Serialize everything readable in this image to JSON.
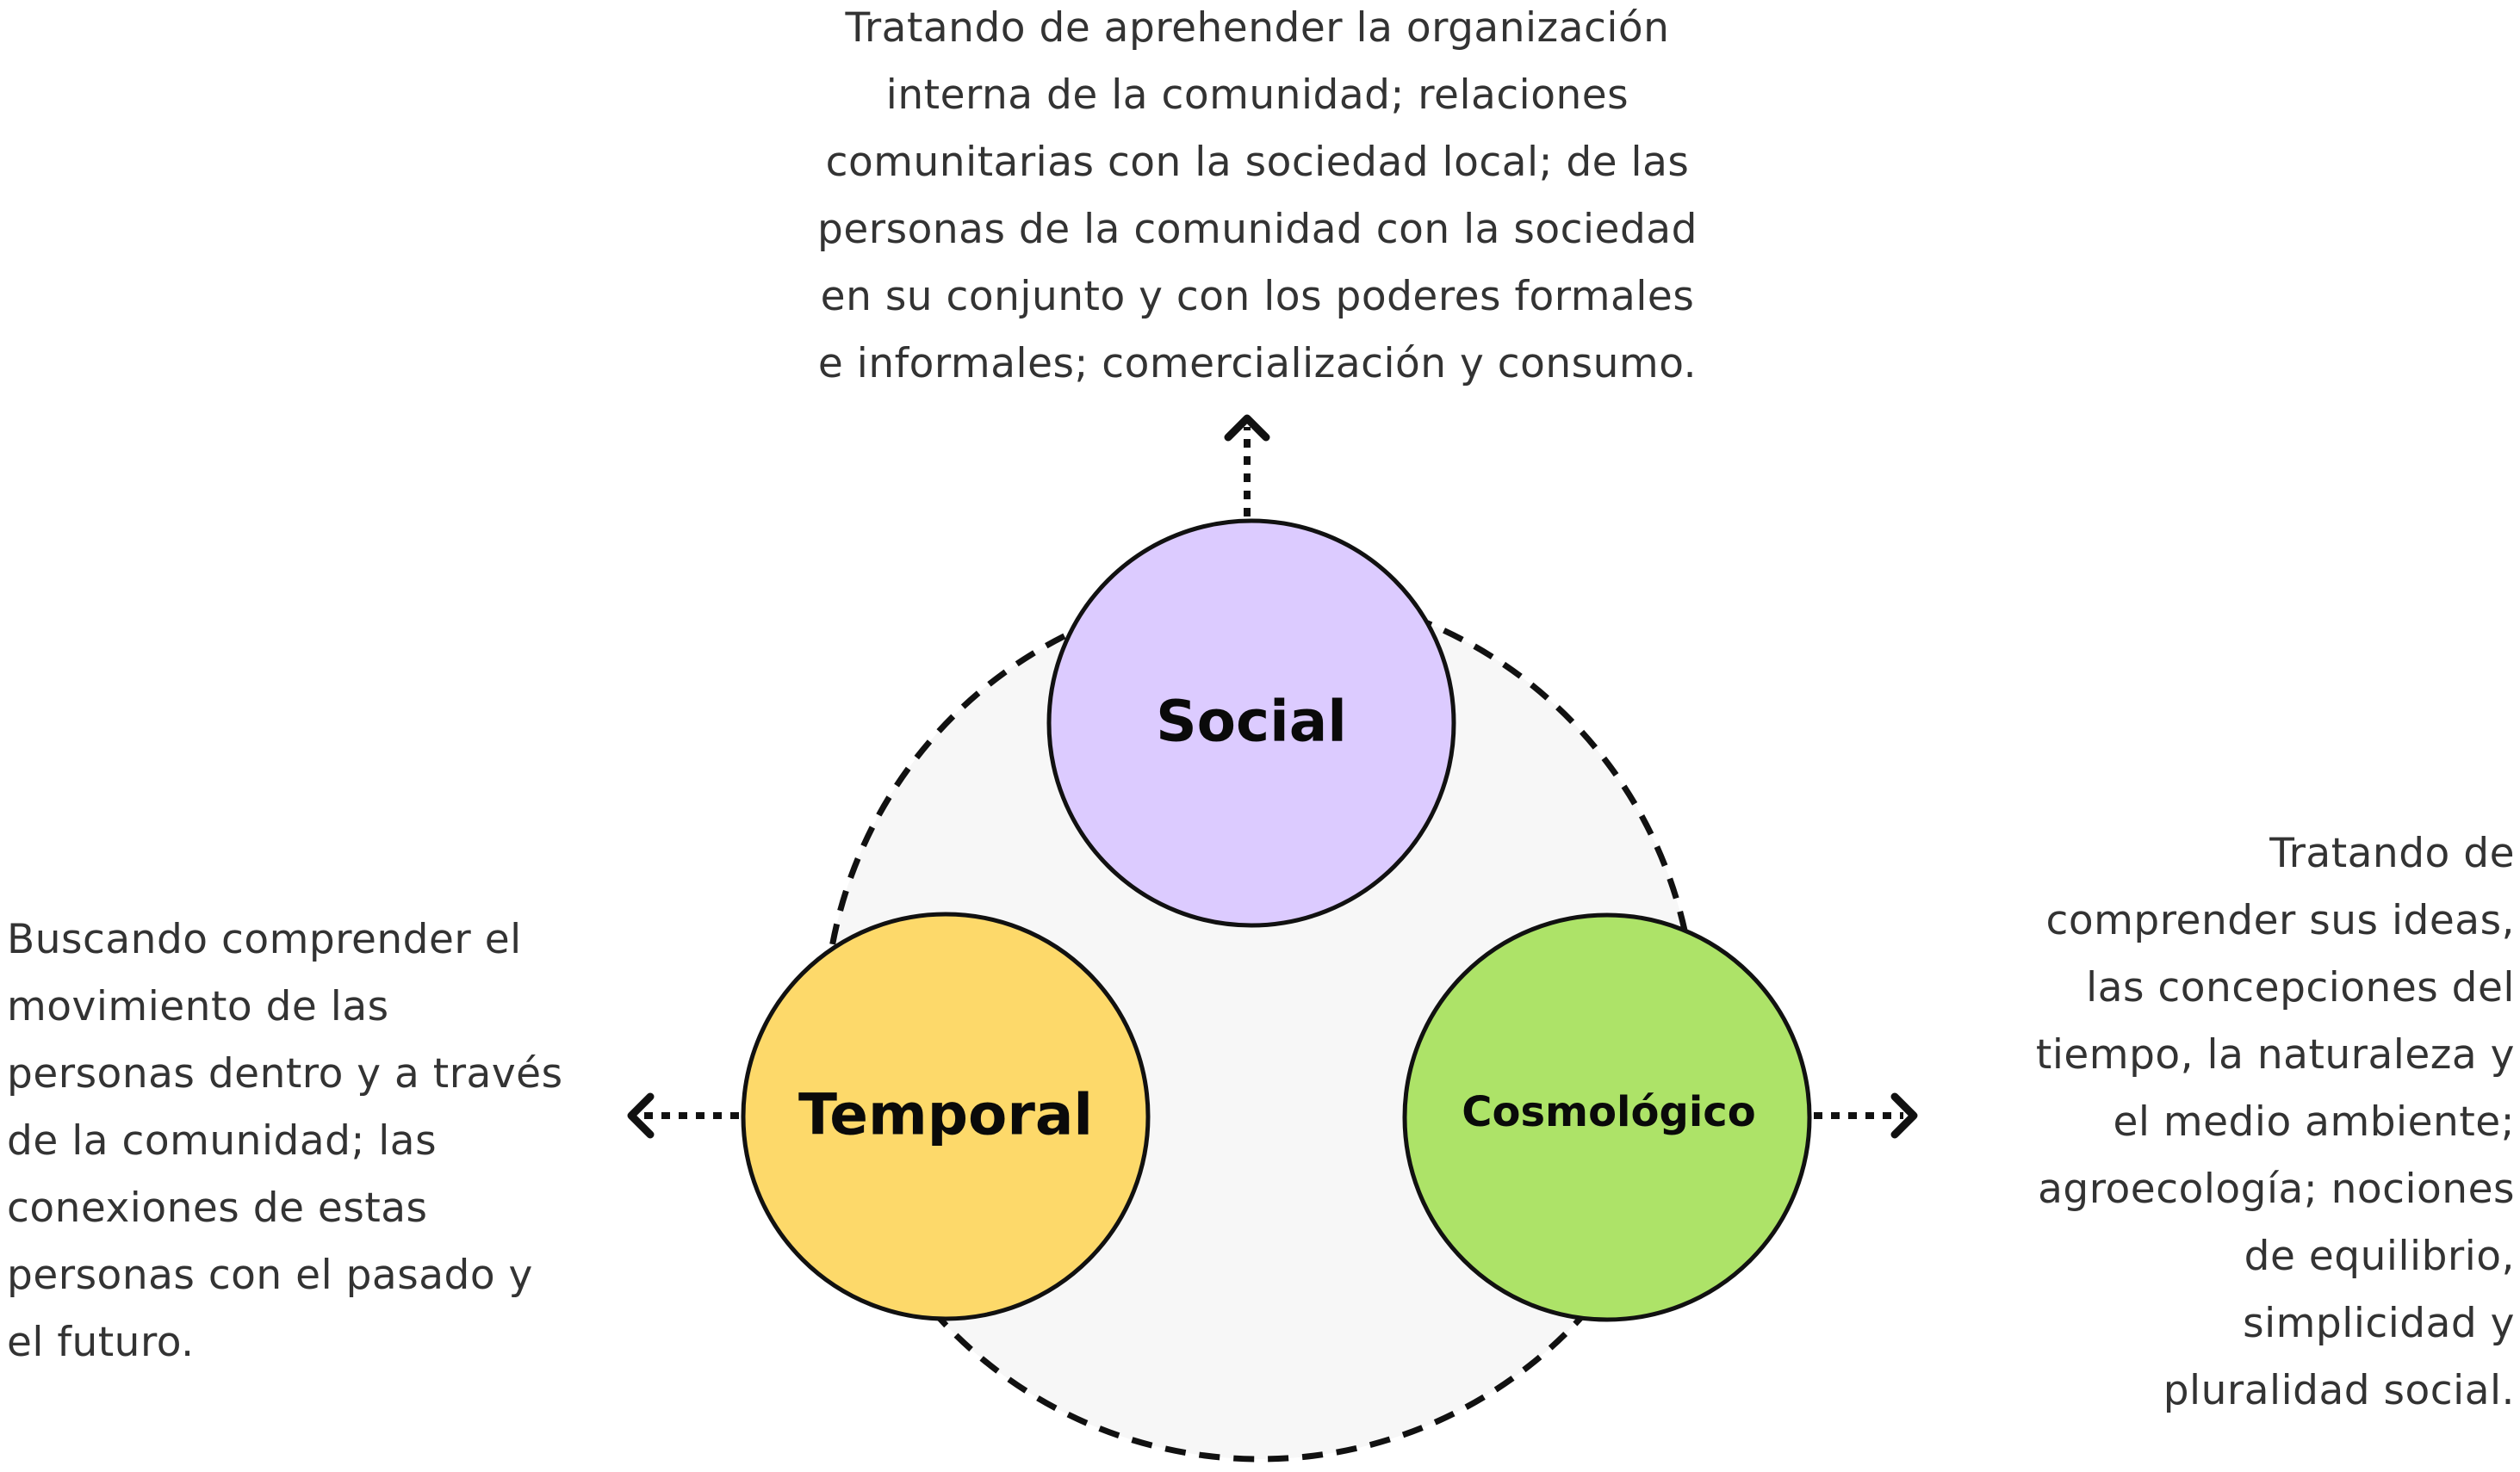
{
  "diagram": {
    "nodes": {
      "social": {
        "label": "Social",
        "fill": "#dccbff"
      },
      "temporal": {
        "label": "Temporal",
        "fill": "#fdd96a"
      },
      "cosmologico": {
        "label": "Cosmológico",
        "fill": "#ade368"
      }
    },
    "center_fill": "#f7f7f7",
    "stroke_color": "#111111",
    "descriptions": {
      "social": "Tratando de aprehender la organización\ninterna de la comunidad; relaciones\ncomunitarias con la sociedad local; de las\npersonas de la comunidad con la sociedad\nen su conjunto y con los poderes formales\ne informales; comercialización y consumo.",
      "temporal": "Buscando comprender el\nmovimiento de las\npersonas dentro y a través\nde la comunidad; las\nconexiones de estas\npersonas con el pasado y\nel futuro.",
      "cosmologico": "Tratando de\ncomprender sus ideas,\nlas concepciones del\ntiempo, la naturaleza y\nel medio ambiente;\nagroecología; nociones\nde equilibrio,\nsimplicidad y\npluralidad social."
    }
  }
}
